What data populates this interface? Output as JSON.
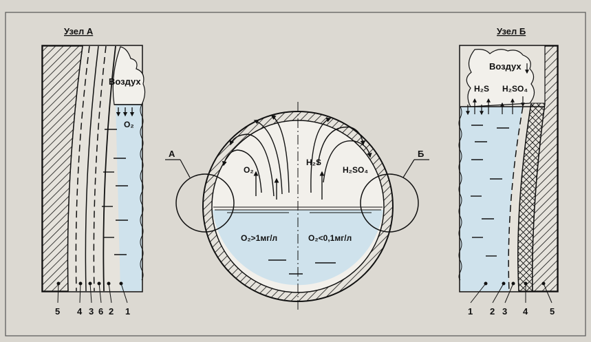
{
  "node_a": {
    "title": "Узел А",
    "air_label": "Воздух",
    "oxygen_label": "O₂",
    "layer_numbers": [
      "5",
      "4",
      "3",
      "6",
      "2",
      "1"
    ]
  },
  "node_b": {
    "title": "Узел Б",
    "air_label": "Воздух",
    "h2s_label": "H₂S",
    "h2so4_label": "H₂SO₄",
    "layer_numbers": [
      "1",
      "2",
      "3",
      "4",
      "5"
    ]
  },
  "pipe": {
    "left_gas": "O₂",
    "mid_gas": "H₂S",
    "right_gas": "H₂SO₄",
    "left_condition": "O₂>1мг/л",
    "right_condition": "O₂<0,1мг/л",
    "callout_a": "А",
    "callout_b": "Б"
  },
  "colors": {
    "frame_bg": "#dcd9d2",
    "water": "#cfe2ec",
    "ink": "#111111"
  }
}
